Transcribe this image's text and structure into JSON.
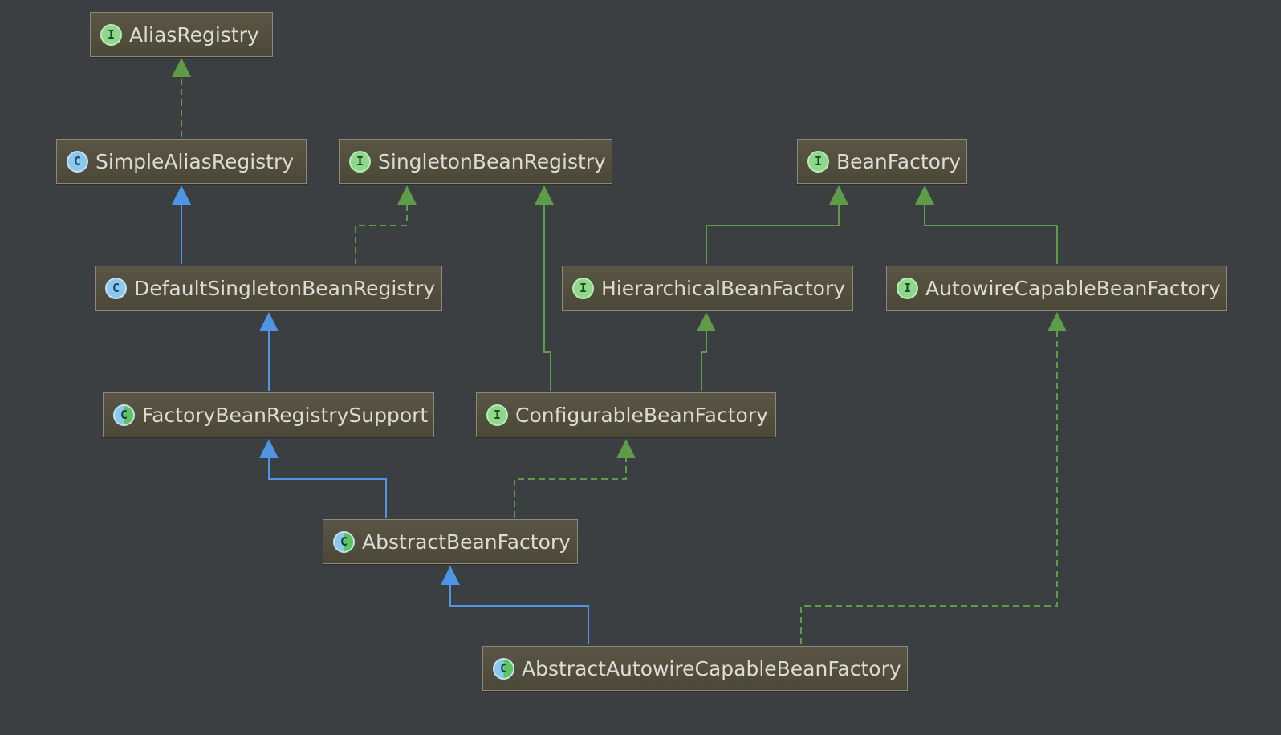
{
  "colors": {
    "background": "#3c3f41",
    "implements_edge": "#5f9c48",
    "extends_class_edge": "#4f95e6",
    "extends_interface_edge": "#5f9c48"
  },
  "nodes": [
    {
      "id": "AliasRegistry",
      "kind": "interface",
      "badge": "I",
      "label": "AliasRegistry"
    },
    {
      "id": "SimpleAliasRegistry",
      "kind": "class",
      "badge": "C",
      "label": "SimpleAliasRegistry"
    },
    {
      "id": "SingletonBeanRegistry",
      "kind": "interface",
      "badge": "I",
      "label": "SingletonBeanRegistry"
    },
    {
      "id": "BeanFactory",
      "kind": "interface",
      "badge": "I",
      "label": "BeanFactory"
    },
    {
      "id": "DefaultSingletonBeanRegistry",
      "kind": "class",
      "badge": "C",
      "label": "DefaultSingletonBeanRegistry"
    },
    {
      "id": "HierarchicalBeanFactory",
      "kind": "interface",
      "badge": "I",
      "label": "HierarchicalBeanFactory"
    },
    {
      "id": "AutowireCapableBeanFactory",
      "kind": "interface",
      "badge": "I",
      "label": "AutowireCapableBeanFactory"
    },
    {
      "id": "FactoryBeanRegistrySupport",
      "kind": "abstract",
      "badge": "C",
      "label": "FactoryBeanRegistrySupport"
    },
    {
      "id": "ConfigurableBeanFactory",
      "kind": "interface",
      "badge": "I",
      "label": "ConfigurableBeanFactory"
    },
    {
      "id": "AbstractBeanFactory",
      "kind": "abstract",
      "badge": "C",
      "label": "AbstractBeanFactory"
    },
    {
      "id": "AbstractAutowireCapableBeanFactory",
      "kind": "abstract",
      "badge": "C",
      "label": "AbstractAutowireCapableBeanFactory"
    }
  ],
  "edges": [
    {
      "from": "SimpleAliasRegistry",
      "to": "AliasRegistry",
      "type": "implements"
    },
    {
      "from": "DefaultSingletonBeanRegistry",
      "to": "SimpleAliasRegistry",
      "type": "extends"
    },
    {
      "from": "DefaultSingletonBeanRegistry",
      "to": "SingletonBeanRegistry",
      "type": "implements"
    },
    {
      "from": "FactoryBeanRegistrySupport",
      "to": "DefaultSingletonBeanRegistry",
      "type": "extends"
    },
    {
      "from": "HierarchicalBeanFactory",
      "to": "BeanFactory",
      "type": "extends-interface"
    },
    {
      "from": "AutowireCapableBeanFactory",
      "to": "BeanFactory",
      "type": "extends-interface"
    },
    {
      "from": "ConfigurableBeanFactory",
      "to": "SingletonBeanRegistry",
      "type": "extends-interface"
    },
    {
      "from": "ConfigurableBeanFactory",
      "to": "HierarchicalBeanFactory",
      "type": "extends-interface"
    },
    {
      "from": "AbstractBeanFactory",
      "to": "FactoryBeanRegistrySupport",
      "type": "extends"
    },
    {
      "from": "AbstractBeanFactory",
      "to": "ConfigurableBeanFactory",
      "type": "implements"
    },
    {
      "from": "AbstractAutowireCapableBeanFactory",
      "to": "AbstractBeanFactory",
      "type": "extends"
    },
    {
      "from": "AbstractAutowireCapableBeanFactory",
      "to": "AutowireCapableBeanFactory",
      "type": "implements"
    }
  ]
}
